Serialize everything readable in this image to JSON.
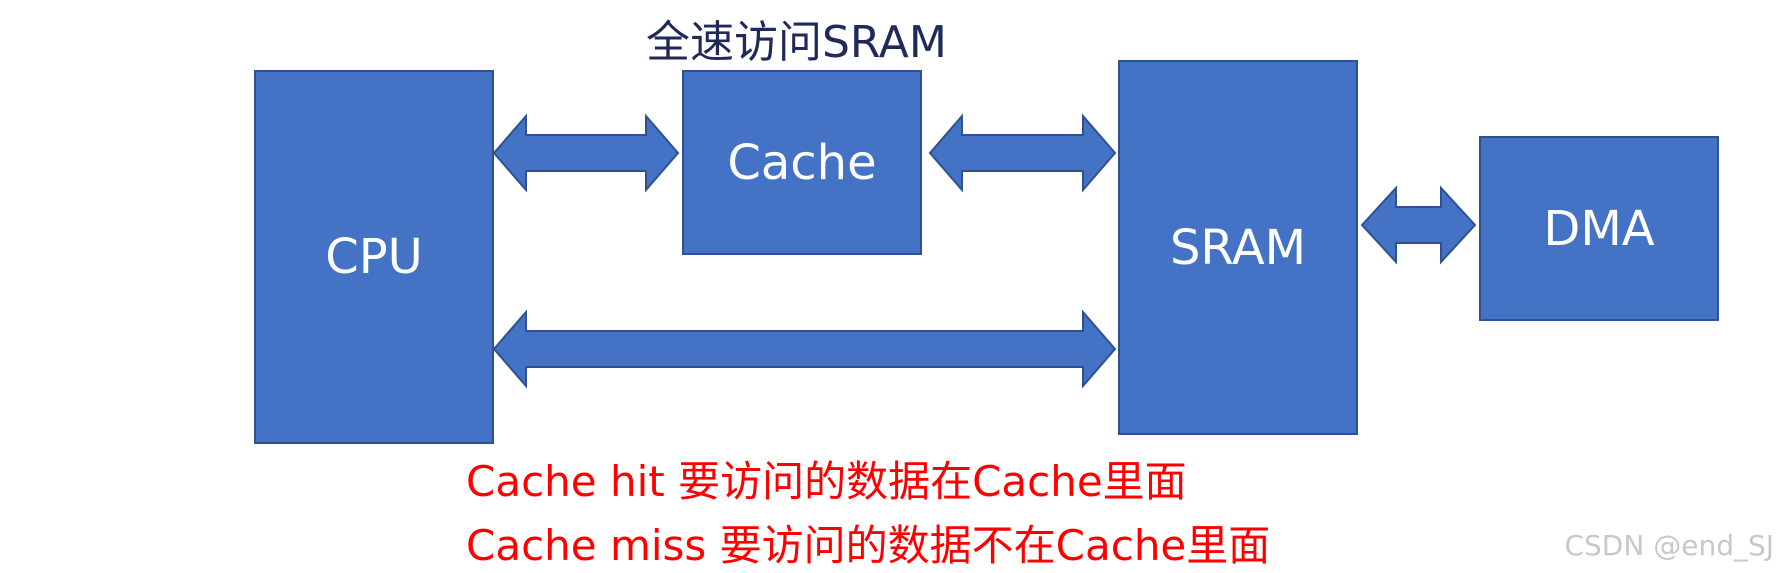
{
  "title": "全速访问SRAM",
  "blocks": {
    "cpu": "CPU",
    "cache": "Cache",
    "sram": "SRAM",
    "dma": "DMA"
  },
  "notes": {
    "hit": "Cache hit 要访问的数据在Cache里面",
    "miss": "Cache miss 要访问的数据不在Cache里面"
  },
  "watermark": "CSDN @end_SJ",
  "colors": {
    "block_fill": "#4472c4",
    "block_border": "#2f528f",
    "block_text": "#ffffff",
    "title_text": "#1f2a5a",
    "note_text": "#ff0000",
    "watermark_text": "#c8c8c8"
  }
}
